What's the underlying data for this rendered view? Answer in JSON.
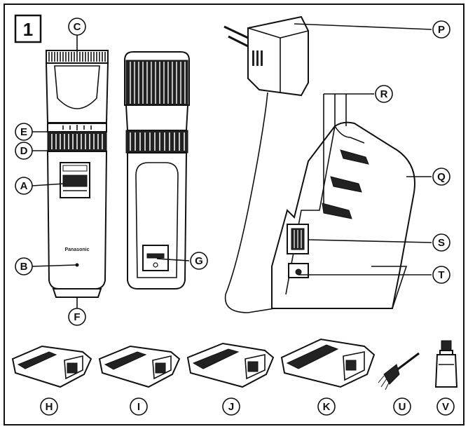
{
  "figure": {
    "number": "1"
  },
  "clipper": {
    "brand": "Panasonic"
  },
  "callouts": {
    "A": "A",
    "B": "B",
    "C": "C",
    "D": "D",
    "E": "E",
    "F": "F",
    "G": "G",
    "H": "H",
    "I": "I",
    "J": "J",
    "K": "K",
    "P": "P",
    "Q": "Q",
    "R": "R",
    "S": "S",
    "T": "T",
    "U": "U",
    "V": "V"
  }
}
